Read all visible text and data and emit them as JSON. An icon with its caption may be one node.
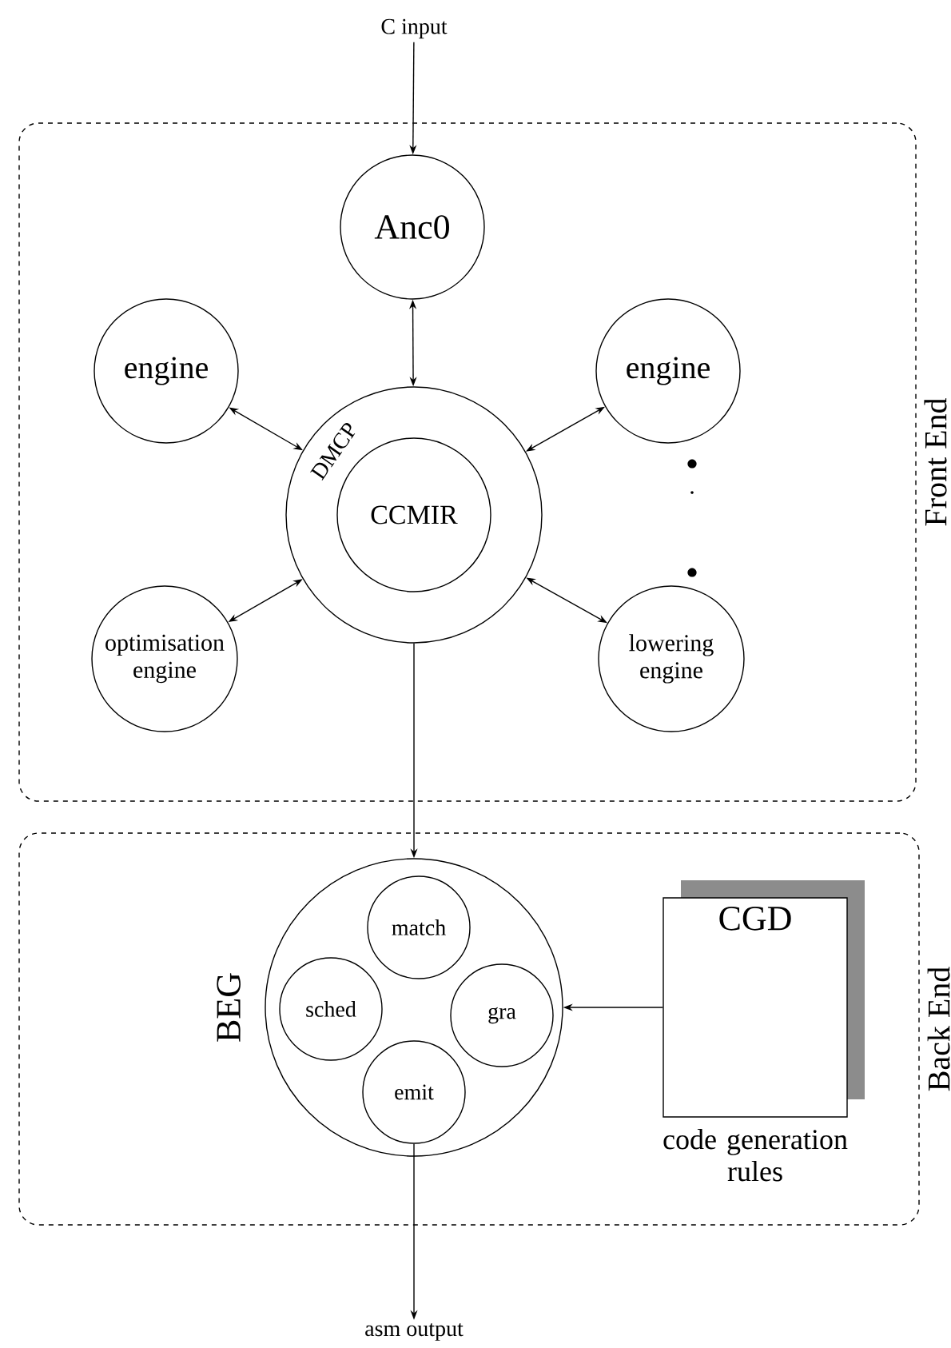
{
  "diagram": {
    "nodes": [
      {
        "text": [
          "Front End"
        ]
      },
      {
        "text": [
          "Anc0"
        ],
        "in": 0
      },
      {
        "text": [
          "engine"
        ],
        "in": 0
      },
      {
        "text": [
          "engine"
        ],
        "in": 0
      },
      {
        "text": [
          "DMCP"
        ],
        "in": 0
      },
      {
        "text": [
          "CCMIR"
        ],
        "in": 4
      },
      {
        "text": [
          "optimisation engine"
        ],
        "in": 0
      },
      {
        "text": [
          "lowering engine"
        ],
        "in": 0
      },
      {
        "text": [
          "Back End"
        ]
      },
      {
        "text": [
          "BEG"
        ],
        "in": 8
      },
      {
        "text": [
          "match"
        ],
        "in": 9
      },
      {
        "text": [
          "sched"
        ],
        "in": 9
      },
      {
        "text": [
          "gra"
        ],
        "in": 9
      },
      {
        "text": [
          "emit"
        ],
        "in": 9
      },
      {
        "text": [
          "CGD"
        ],
        "in": 8,
        "beside": [
          "code generation rules"
        ]
      },
      {
        "text": [
          "C input"
        ]
      },
      {
        "text": [
          "asm output"
        ]
      }
    ],
    "edges": [
      {
        "from": 15,
        "to": 1,
        "arrow": "to"
      },
      {
        "from": 1,
        "to": 4,
        "arrow": "both"
      },
      {
        "from": 2,
        "to": 4,
        "arrow": "both"
      },
      {
        "from": 3,
        "to": 4,
        "arrow": "both"
      },
      {
        "from": 6,
        "to": 4,
        "arrow": "both"
      },
      {
        "from": 7,
        "to": 4,
        "arrow": "both"
      },
      {
        "from": 4,
        "to": 9,
        "arrow": "to"
      },
      {
        "from": 14,
        "to": 9,
        "arrow": "to"
      },
      {
        "from": 13,
        "to": 16,
        "arrow": "to"
      }
    ]
  }
}
